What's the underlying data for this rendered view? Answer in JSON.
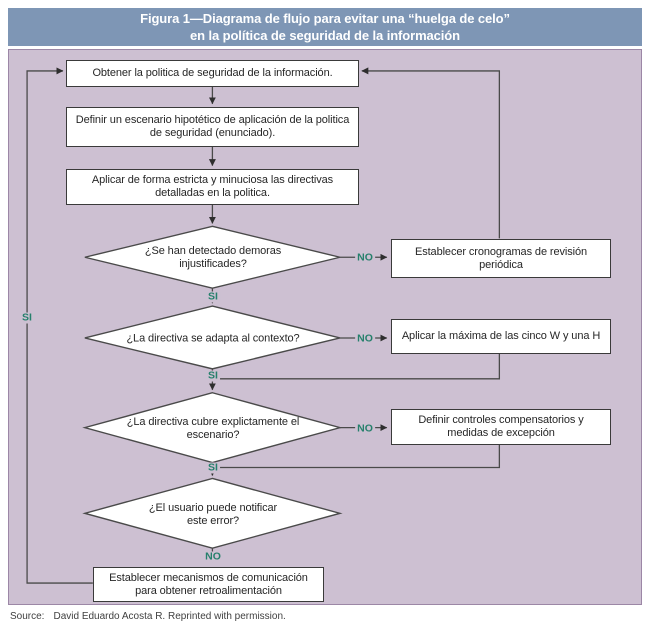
{
  "figure": {
    "title_line1": "Figura 1—Diagrama de flujo para evitar una “huelga de celo”",
    "title_line2": "en la política de seguridad de la información",
    "source_label": "Source:",
    "source_text": "David Eduardo Acosta R. Reprinted with permission."
  },
  "flowchart": {
    "steps": {
      "obtain_policy": "Obtener la politica de seguridad de la información.",
      "define_scenario": "Definir un escenario hipotético de aplicación de la politica de seguridad (enunciado).",
      "apply_directives": "Aplicar de forma estricta y minuciosa las directivas detalladas en la politica.",
      "feedback": "Establecer mecanismos de comunicación para obtener retroalimentación"
    },
    "decisions": {
      "delays": "¿Se han detectado demoras injustificades?",
      "context": "¿La directiva se adapta al contexto?",
      "explicit": "¿La directiva cubre explictamente el escenario?",
      "notify": "¿El usuario puede notificar este error?"
    },
    "side_actions": {
      "schedules": "Establecer cronogramas de revisión periódica",
      "five_w": "Aplicar la máxima de las cinco W y una H",
      "controls": "Definir controles compensatorios y medidas de excepción"
    },
    "branch_labels": {
      "yes": "SI",
      "no": "NO"
    }
  },
  "colors": {
    "header_bg": "#7e96b5",
    "panel_bg": "#cdc0d2",
    "branch_label": "#26806c",
    "line": "#4a4a4a"
  }
}
